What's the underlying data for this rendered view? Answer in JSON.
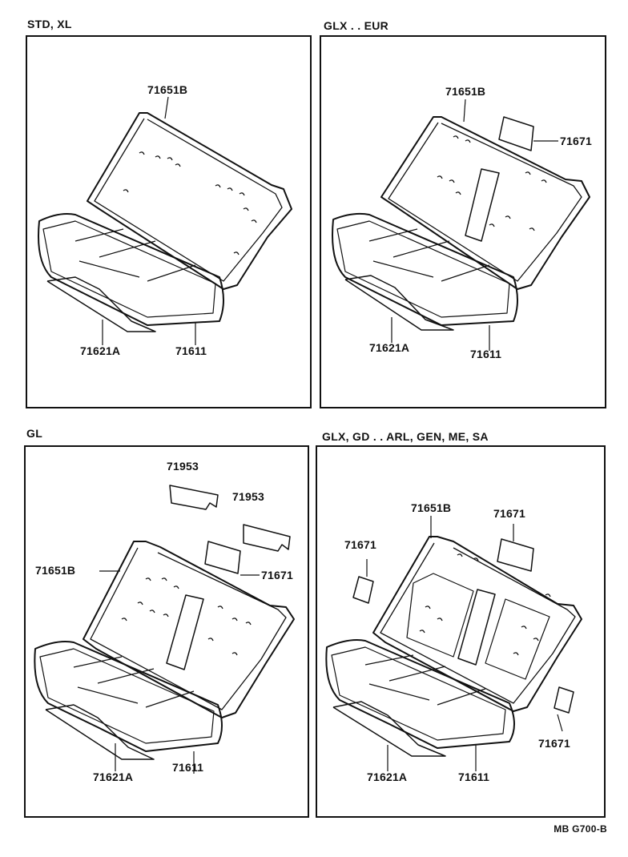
{
  "panels": [
    {
      "title": "STD, XL",
      "labels": {
        "backrest": "71651B",
        "base_cover": "71621A",
        "cushion": "71611"
      }
    },
    {
      "title": "GLX . . EUR",
      "labels": {
        "backrest": "71651B",
        "armrest_pad": "71671",
        "base_cover": "71621A",
        "cushion": "71611"
      }
    },
    {
      "title": "GL",
      "labels": {
        "clip_a": "71953",
        "clip_b": "71953",
        "backrest": "71651B",
        "armrest_pad": "71671",
        "base_cover": "71621A",
        "cushion": "71611"
      }
    },
    {
      "title": "GLX, GD . . ARL, GEN, ME, SA",
      "labels": {
        "backrest": "71651B",
        "armrest_pad_top": "71671",
        "pad_left": "71671",
        "pad_right": "71671",
        "base_cover": "71621A",
        "cushion": "71611"
      }
    }
  ],
  "diagram_code": "MB G700-B"
}
